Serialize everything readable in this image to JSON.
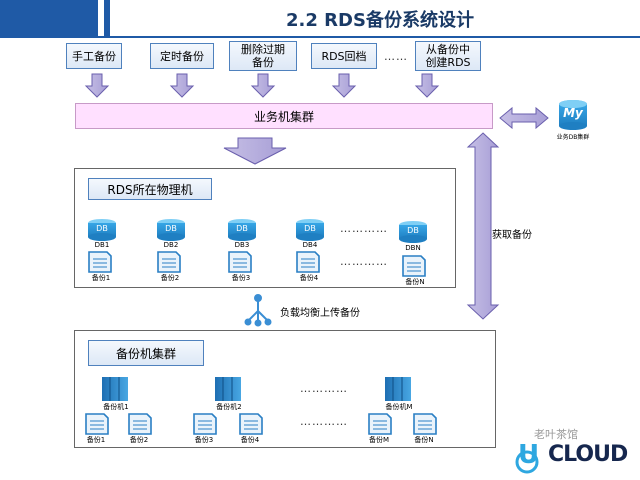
{
  "title": "2.2 RDS备份系统设计",
  "sources": [
    "手工备份",
    "定时备份",
    "删除过期\n备份",
    "RDS回档",
    "从备份中\n创建RDS"
  ],
  "sources_ellipsis": "……",
  "business_cluster": "业务机集群",
  "mysql_cluster_label": "业务DB集群",
  "mysql_icon_text": "My",
  "fetch_backup": "获取备份",
  "rds_host": {
    "title": "RDS所在物理机",
    "dbs": [
      "DB1",
      "DB2",
      "DB3",
      "DB4",
      "DBN"
    ],
    "db_icon_text": "DB",
    "backups": [
      "备份1",
      "备份2",
      "备份3",
      "备份4",
      "备份N"
    ],
    "ellipsis": "…………"
  },
  "load_balance": "负载均衡上传备份",
  "backup_cluster": {
    "title": "备份机集群",
    "machines": [
      "备份机1",
      "备份机2",
      "备份机M"
    ],
    "backups": [
      "备份1",
      "备份2",
      "备份3",
      "备份4",
      "备份M",
      "备份N"
    ],
    "ellipsis": "…………"
  },
  "watermark": "老叶茶馆",
  "logo": "CLOUD",
  "logo_u": "U"
}
